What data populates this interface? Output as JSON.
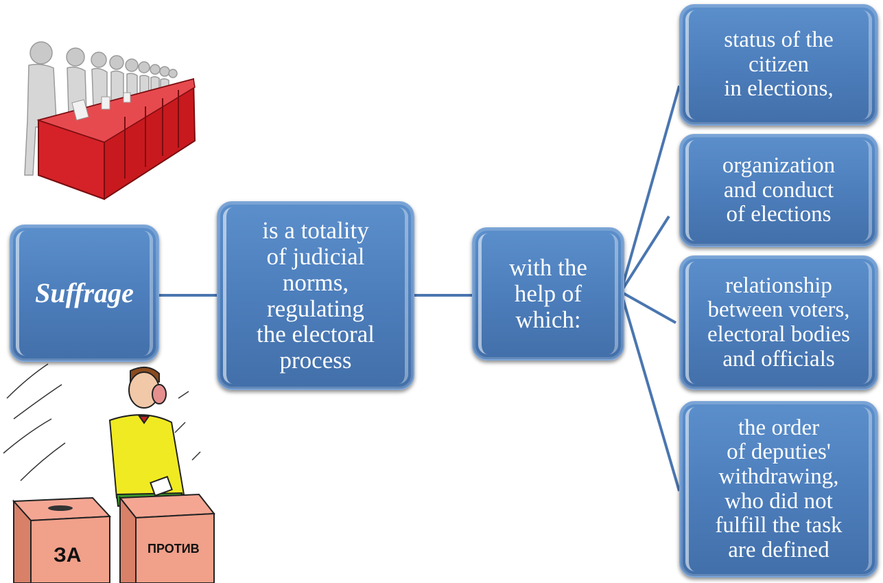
{
  "diagram": {
    "root": {
      "label": "Suffrage"
    },
    "definition": {
      "label": "is a totality\nof judicial\nnorms,\nregulating\nthe electoral\nprocess"
    },
    "connector": {
      "label": "with the\nhelp of\nwhich:"
    },
    "branches": [
      {
        "label": "status of the\ncitizen\nin elections,"
      },
      {
        "label": "organization\nand conduct\nof elections"
      },
      {
        "label": "relationship\nbetween voters,\nelectoral bodies\nand officials"
      },
      {
        "label": "the order\nof deputies'\nwithdrawing,\nwho did not\nfulfill the task\nare defined"
      }
    ]
  },
  "illustrations": {
    "ballot_box_for": "ЗА",
    "ballot_box_against": "ПРОТИВ"
  },
  "colors": {
    "box_fill": "#4e80be",
    "box_border": "#7da6d8",
    "line": "#4a76b0"
  }
}
